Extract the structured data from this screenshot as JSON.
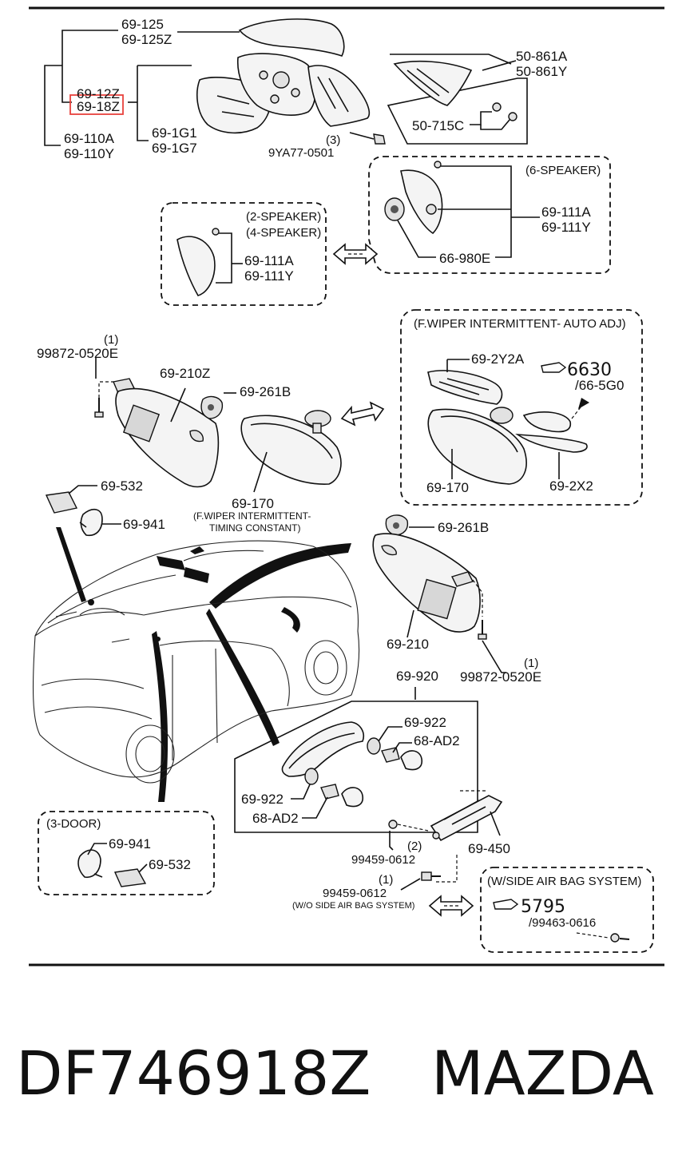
{
  "labels": {
    "mirror_cover": [
      "69-125",
      "69-125Z"
    ],
    "mirror_glass_hl": [
      "69-12Z",
      "69-18Z"
    ],
    "mirror_assy": [
      "69-110A",
      "69-110Y"
    ],
    "mirror_g": [
      "69-1G1",
      "69-1G7"
    ],
    "bolt_qty": "(3)",
    "bolt": "9YA77-0501",
    "garnish": [
      "50-861A",
      "50-861Y"
    ],
    "clip": "50-715C",
    "speaker6_title": "(6-SPEAKER)",
    "speaker6_cover": [
      "69-111A",
      "69-111Y"
    ],
    "tweeter": "66-980E",
    "speaker24_title": [
      "(2-SPEAKER)",
      "(4-SPEAKER)"
    ],
    "speaker24_cover": [
      "69-111A",
      "69-111Y"
    ],
    "wiper_title": "(F.WIPER INTERMITTENT- AUTO ADJ)",
    "y2a": "69-2Y2A",
    "ref_6630": "6630",
    "ref_665g0": "/66-5G0",
    "mirror_170b": "69-170",
    "x2": "69-2X2",
    "screw_qty_l": "(1)",
    "screw_l": "99872-0520E",
    "visor_lz": "69-210Z",
    "holder_l": "69-261B",
    "mirror_170": "69-170",
    "mirror_170_note": [
      "(F.WIPER INTERMITTENT-",
      "TIMING CONSTANT)"
    ],
    "lamp_532": "69-532",
    "bracket_941": "69-941",
    "holder_r": "69-261B",
    "visor_r": "69-210",
    "screw_qty_r": "(1)",
    "screw_r": "99872-0520E",
    "grip": "69-920",
    "grip_922_r": "69-922",
    "grip_ad2_r": "68-AD2",
    "grip_922_l": "69-922",
    "grip_ad2_l": "68-AD2",
    "door3_title": "(3-DOOR)",
    "door3_941": "69-941",
    "door3_532": "69-532",
    "bolt_qty_a": "(2)",
    "bolt_a": "99459-0612",
    "bracket_450": "69-450",
    "bolt_qty_b": "(1)",
    "bolt_b": "99459-0612",
    "bolt_b_note": "(W/O SIDE AIR BAG SYSTEM)",
    "airbag_title": "(W/SIDE AIR BAG SYSTEM)",
    "ref_5795": "5795",
    "ref_99463": "/99463-0616"
  },
  "footer": {
    "part_number": "DF746918Z",
    "brand": "MAZDA"
  },
  "colors": {
    "highlight_box": "#e8413c",
    "ink": "#111111"
  }
}
